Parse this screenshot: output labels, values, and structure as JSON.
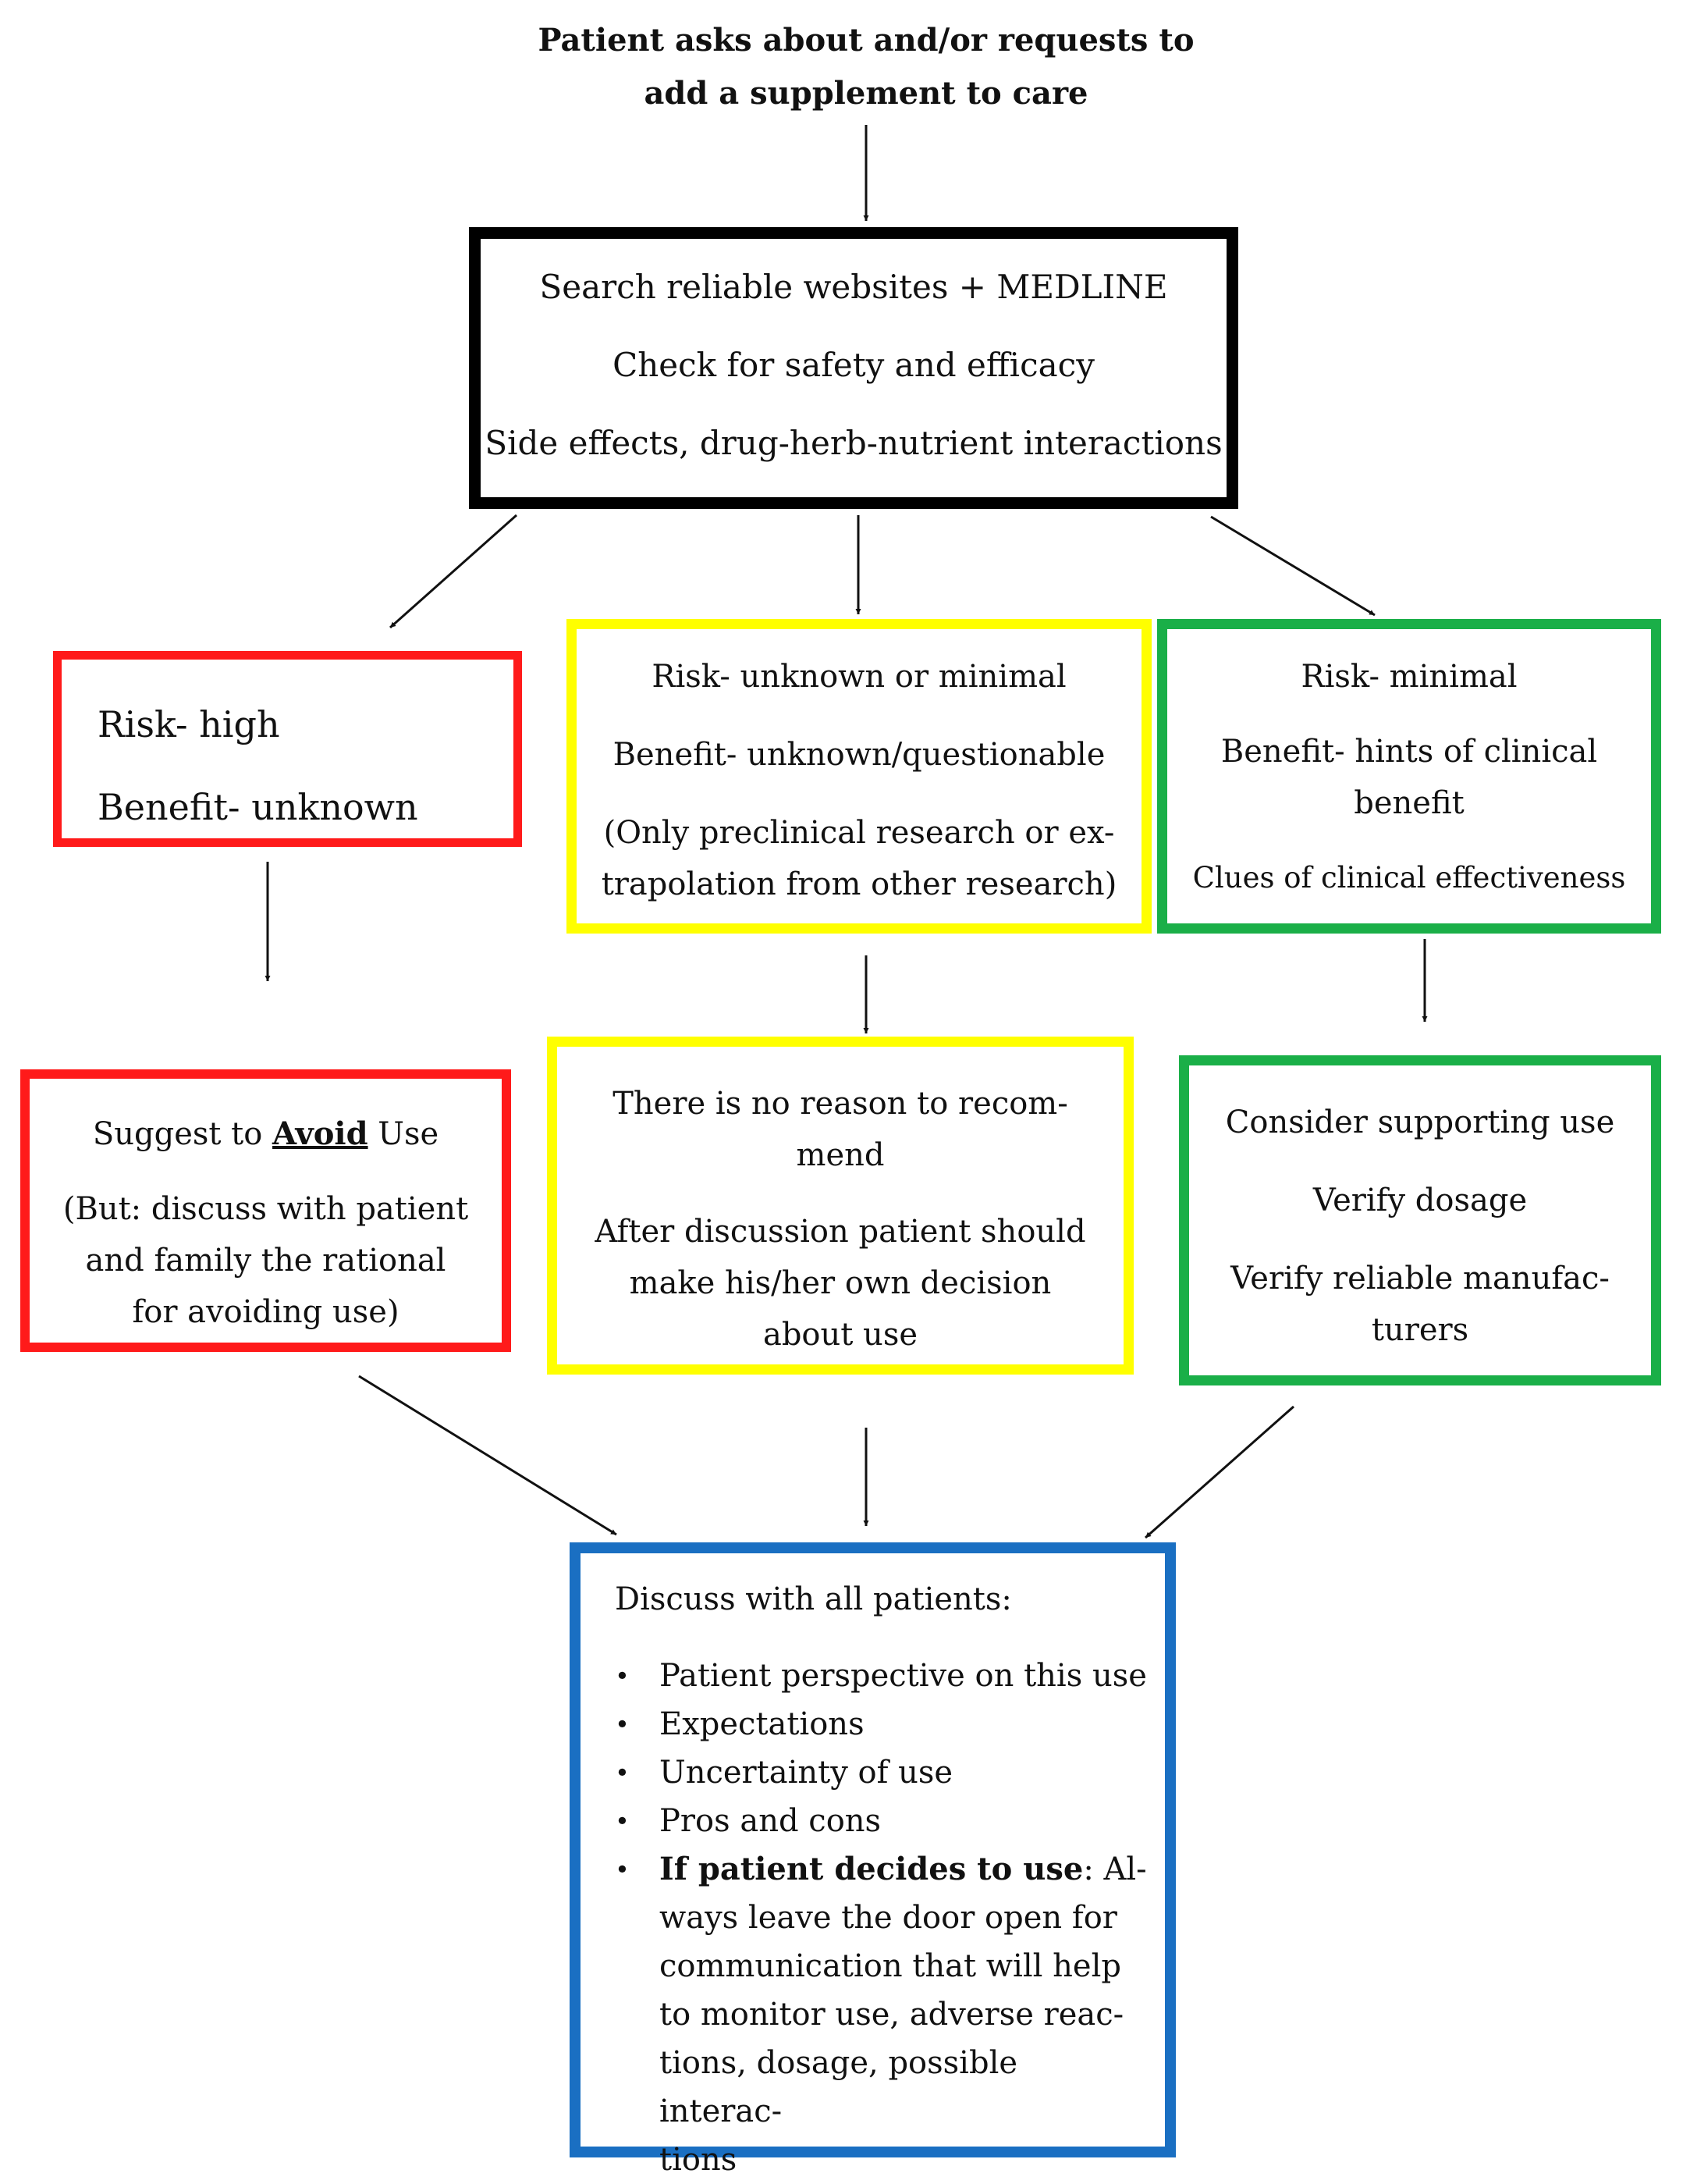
{
  "title_lines": [
    "Patient asks about and/or requests to",
    "add a supplement to care"
  ],
  "search_box": {
    "lines": [
      "Search reliable websites + MEDLINE",
      "Check for safety and efficacy",
      "Side effects, drug-herb-nutrient interactions"
    ]
  },
  "high_risk": {
    "assessment": [
      "Risk- high",
      "Benefit- unknown"
    ],
    "action": {
      "prefix": "Suggest to ",
      "emphasis": "Avoid",
      "suffix": " Use",
      "note_lines": [
        "(But: discuss with patient",
        "and family the rational",
        "for avoiding use)"
      ]
    },
    "color": "#ff1a1a"
  },
  "unknown_risk": {
    "assessment": {
      "risk": "Risk- unknown or minimal",
      "benefit": "Benefit- unknown/questionable",
      "note_lines": [
        "(Only preclinical research or ex-",
        "trapolation from other research)"
      ]
    },
    "action": {
      "lines_a": [
        "There is no reason to recom-",
        "mend"
      ],
      "lines_b": [
        "After discussion patient should",
        "make his/her own decision",
        "about use"
      ]
    },
    "color": "#ffff00"
  },
  "minimal_risk": {
    "assessment": {
      "risk": "Risk- minimal",
      "benefit_lines": [
        "Benefit- hints of clinical",
        "benefit"
      ],
      "clues": "Clues of clinical effectiveness"
    },
    "action": {
      "line1": "Consider supporting use",
      "line2": "Verify dosage",
      "line3_lines": [
        "Verify reliable manufac-",
        "turers"
      ]
    },
    "color": "#1aaf48"
  },
  "discuss_box": {
    "heading": "Discuss with all patients:",
    "items": [
      "Patient perspective on this use",
      "Expectations",
      "Uncertainty of use",
      "Pros and cons"
    ],
    "last_item": {
      "bold": "If patient decides to use",
      "rest_lines": [
        ": Al-",
        "ways leave the door open for",
        "communication that will help",
        "to monitor use, adverse reac-",
        "tions, dosage, possible interac-",
        "tions"
      ]
    },
    "color": "#1a6fc2"
  }
}
